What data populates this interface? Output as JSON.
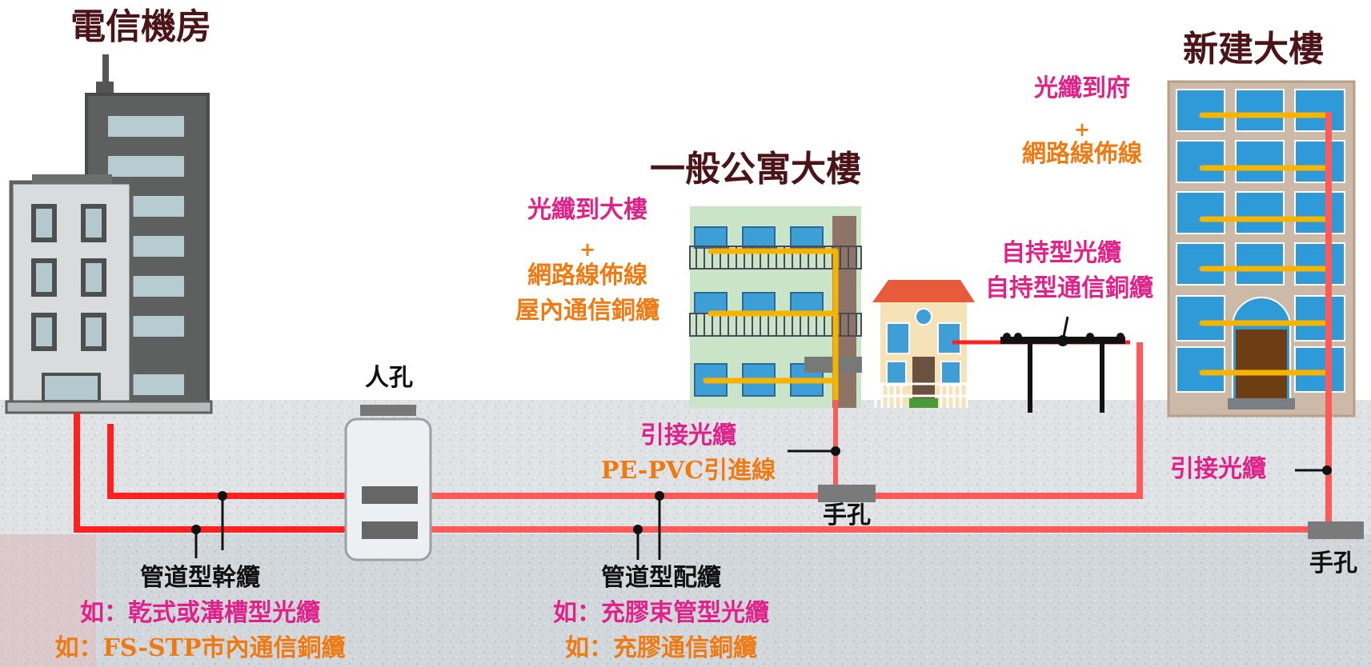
{
  "titles": {
    "telecom_room": "電信機房",
    "apartment": "一般公寓大樓",
    "new_building": "新建大樓"
  },
  "apartment_labels": {
    "line1": "光纖到大樓",
    "plus": "+",
    "line2": "網路線佈線",
    "line3": "屋內通信銅纜"
  },
  "new_building_labels": {
    "line1": "光纖到府",
    "plus": "+",
    "line2": "網路線佈線"
  },
  "aerial_labels": {
    "line1": "自持型光纜",
    "line2": "自持型通信銅纜"
  },
  "manhole_label": "人孔",
  "drop_labels": {
    "line1": "引接光纜",
    "line2": "PE-PVC引進線"
  },
  "handhole_label_1": "手孔",
  "handhole_label_2": "手孔",
  "new_building_drop_label": "引接光纜",
  "trunk_labels": {
    "title": "管道型幹纜",
    "line1": "如：乾式或溝槽型光纜",
    "line2": "如：FS-STP市內通信銅纜"
  },
  "distribution_labels": {
    "title": "管道型配纜",
    "line1": "如：充膠束管型光纜",
    "line2": "如：充膠通信銅纜"
  },
  "colors": {
    "title": "#4b1418",
    "magenta": "#e0218a",
    "orange": "#f07a12",
    "cable_red": "#ff2020",
    "cable_pink": "#ff5a5a",
    "inner_wiring": "#f6b400",
    "ground": "#d6dade"
  }
}
